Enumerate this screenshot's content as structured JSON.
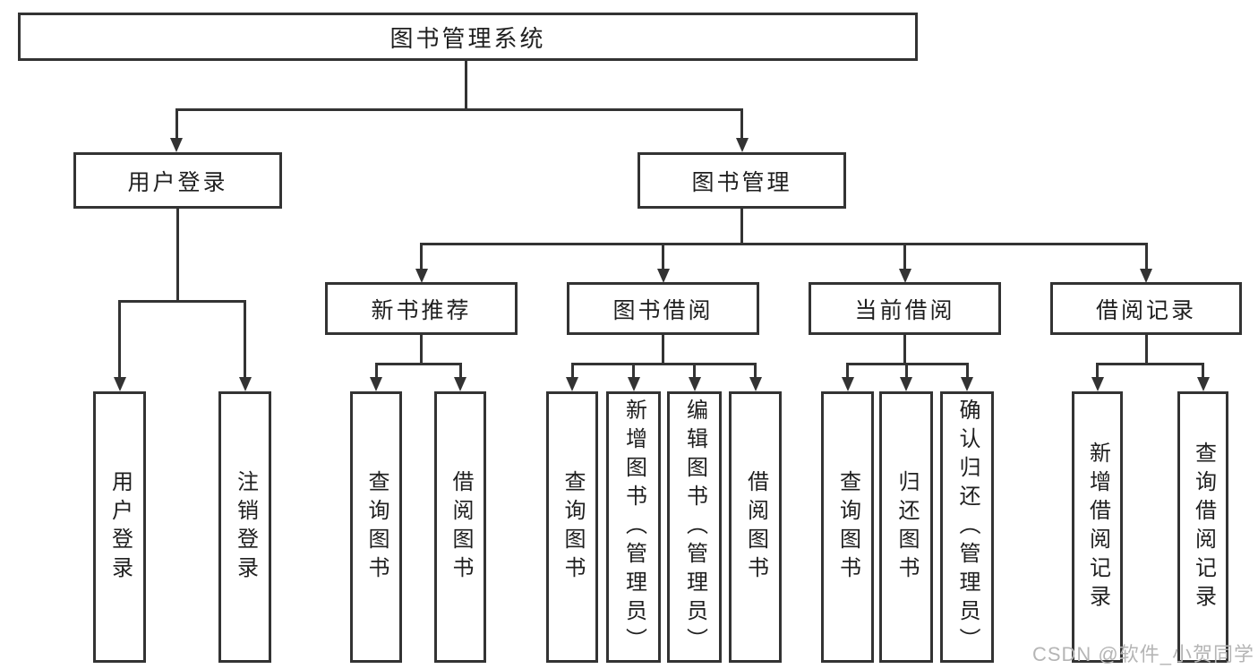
{
  "nodes": {
    "root": "图书管理系统",
    "userLogin": "用户登录",
    "bookManagement": "图书管理",
    "newBookRecommend": "新书推荐",
    "bookBorrow": "图书借阅",
    "currentBorrow": "当前借阅",
    "borrowRecords": "借阅记录",
    "leafUserLogin": "用户登录",
    "leafLogout": "注销登录",
    "leafQueryBooksA": "查询图书",
    "leafBorrowBooksA": "借阅图书",
    "leafQueryBooksB": "查询图书",
    "leafAddBooks": "新增图书（管理员）",
    "leafEditBooks": "编辑图书（管理员）",
    "leafBorrowBooksB": "借阅图书",
    "leafQueryBooksC": "查询图书",
    "leafReturnBooks": "归还图书",
    "leafConfirmReturn": "确认归还（管理员）",
    "leafAddBorrowRecord": "新增借阅记录",
    "leafQueryBorrowRecord": "查询借阅记录"
  },
  "hierarchy": {
    "图书管理系统": [
      "用户登录",
      "图书管理"
    ],
    "用户登录": [
      "用户登录",
      "注销登录"
    ],
    "图书管理": [
      "新书推荐",
      "图书借阅",
      "当前借阅",
      "借阅记录"
    ],
    "新书推荐": [
      "查询图书",
      "借阅图书"
    ],
    "图书借阅": [
      "查询图书",
      "新增图书（管理员）",
      "编辑图书（管理员）",
      "借阅图书"
    ],
    "当前借阅": [
      "查询图书",
      "归还图书",
      "确认归还（管理员）"
    ],
    "借阅记录": [
      "新增借阅记录",
      "查询借阅记录"
    ]
  },
  "watermark": {
    "text": "CSDN @软件_小贺同学"
  },
  "colors": {
    "line": "#333333",
    "text": "#1f1f1f",
    "watermark": "#b5b5b5",
    "background": "#ffffff"
  }
}
